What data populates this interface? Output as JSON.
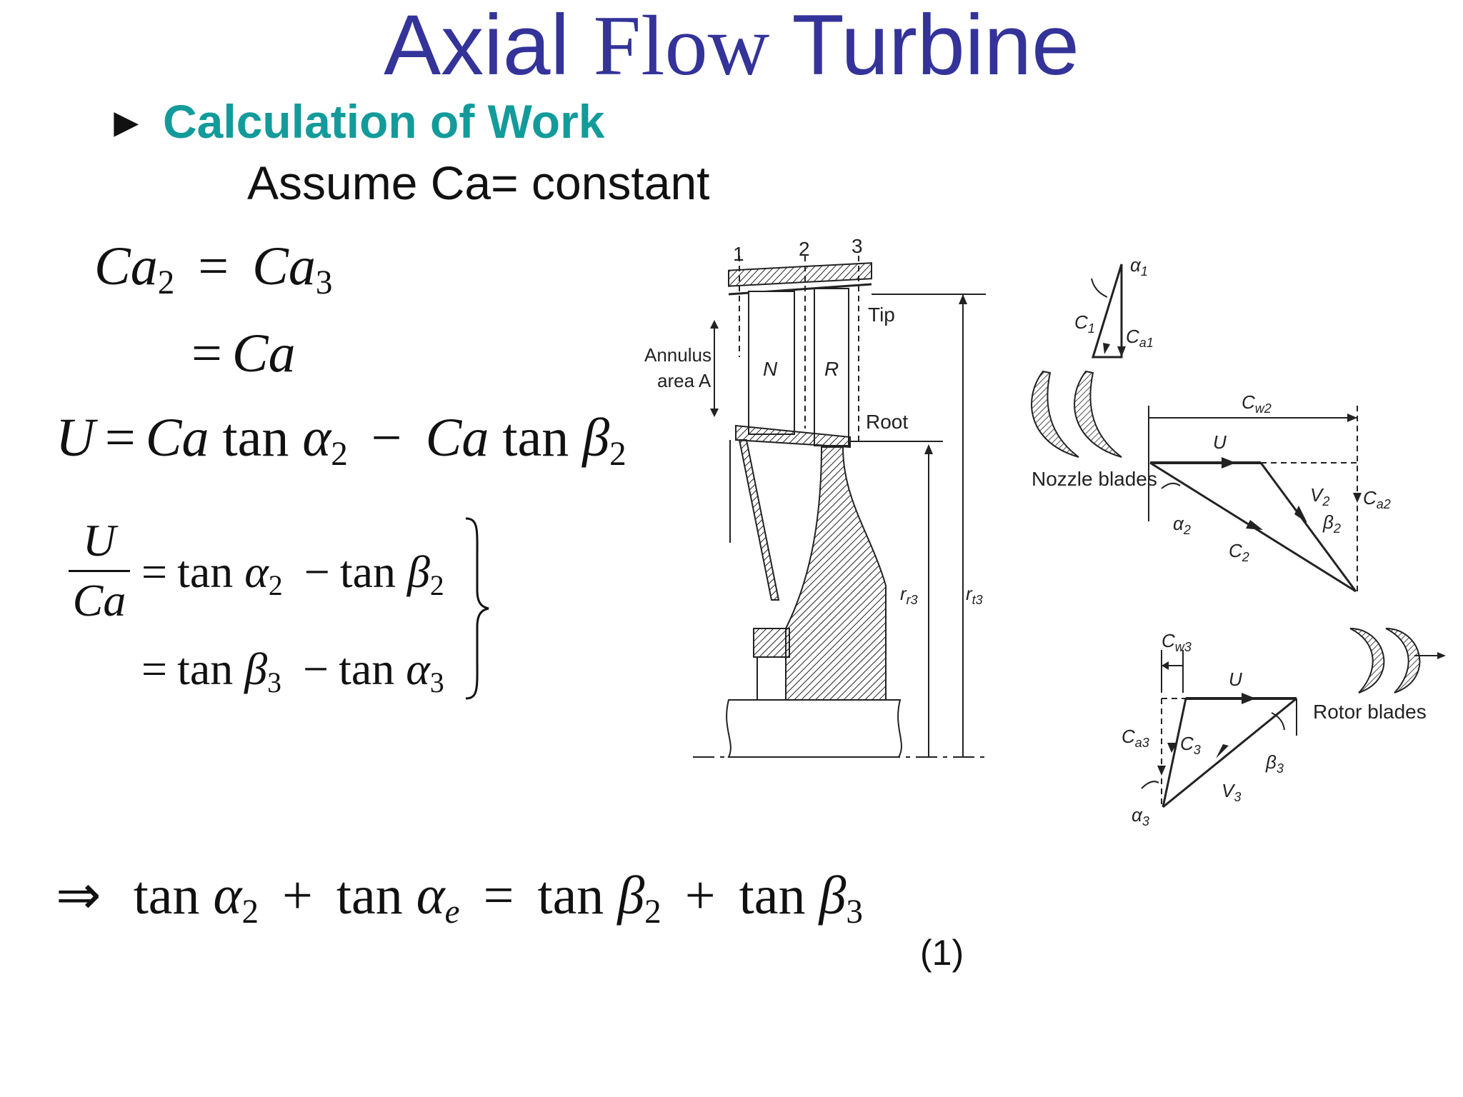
{
  "slide": {
    "title": {
      "part1": "Axial",
      "part2": "Flow",
      "part3": "Turbine"
    },
    "bullet_glyph": "►",
    "subtitle": "Calculation of Work",
    "assumption": "Assume Ca=  constant"
  },
  "equations": {
    "eq1_lhs": "Ca",
    "eq1_lhs_sub": "2",
    "eq1_rhs": "Ca",
    "eq1_rhs_sub": "3",
    "eq2_rhs": "Ca",
    "eq3": {
      "U": "U",
      "Ca1": "Ca",
      "tan1": "tan",
      "alpha": "α",
      "sub1": "2",
      "Ca2": "Ca",
      "tan2": "tan",
      "beta": "β",
      "sub2": "2"
    },
    "eq4": {
      "num": "U",
      "den": "Ca",
      "line1_tan1": "tan",
      "line1_sym1": "α",
      "line1_sub1": "2",
      "line1_tan2": "tan",
      "line1_sym2": "β",
      "line1_sub2": "2",
      "line2_tan1": "tan",
      "line2_sym1": "β",
      "line2_sub1": "3",
      "line2_tan2": "tan",
      "line2_sym2": "α",
      "line2_sub2": "3"
    },
    "eq5": {
      "tan1": "tan",
      "sym1": "α",
      "sub1": "2",
      "tan2": "tan",
      "sym2": "α",
      "sub2": "e",
      "tan3": "tan",
      "sym3": "β",
      "sub3": "2",
      "tan4": "tan",
      "sym4": "β",
      "sub4": "3"
    },
    "equation_number": "(1)"
  },
  "diagram_labels": {
    "stations": [
      "1",
      "2",
      "3"
    ],
    "tip": "Tip",
    "root": "Root",
    "annulus_line1": "Annulus",
    "annulus_line2": "area A",
    "nozzle_letter": "N",
    "rotor_letter": "R",
    "r_root": "r",
    "r_root_sub": "r3",
    "r_tip": "r",
    "r_tip_sub": "t3",
    "nozzle_blades": "Nozzle blades",
    "rotor_blades": "Rotor blades",
    "alpha1": "α",
    "alpha1_sub": "1",
    "c1": "C",
    "c1_sub": "1",
    "ca1": "C",
    "ca1_sub": "a1",
    "cw2": "C",
    "cw2_sub": "w2",
    "u_top": "U",
    "ca2": "C",
    "ca2_sub": "a2",
    "v2": "V",
    "v2_sub": "2",
    "beta2": "β",
    "beta2_sub": "2",
    "alpha2": "α",
    "alpha2_sub": "2",
    "c2": "C",
    "c2_sub": "2",
    "cw3": "C",
    "cw3_sub": "w3",
    "u_bottom": "U",
    "ca3": "C",
    "ca3_sub": "a3",
    "c3": "C",
    "c3_sub": "3",
    "beta3": "β",
    "beta3_sub": "3",
    "v3": "V",
    "v3_sub": "3",
    "alpha3": "α",
    "alpha3_sub": "3"
  },
  "colors": {
    "title": "#33339a",
    "subtitle": "#139b9b",
    "text": "#111111"
  }
}
